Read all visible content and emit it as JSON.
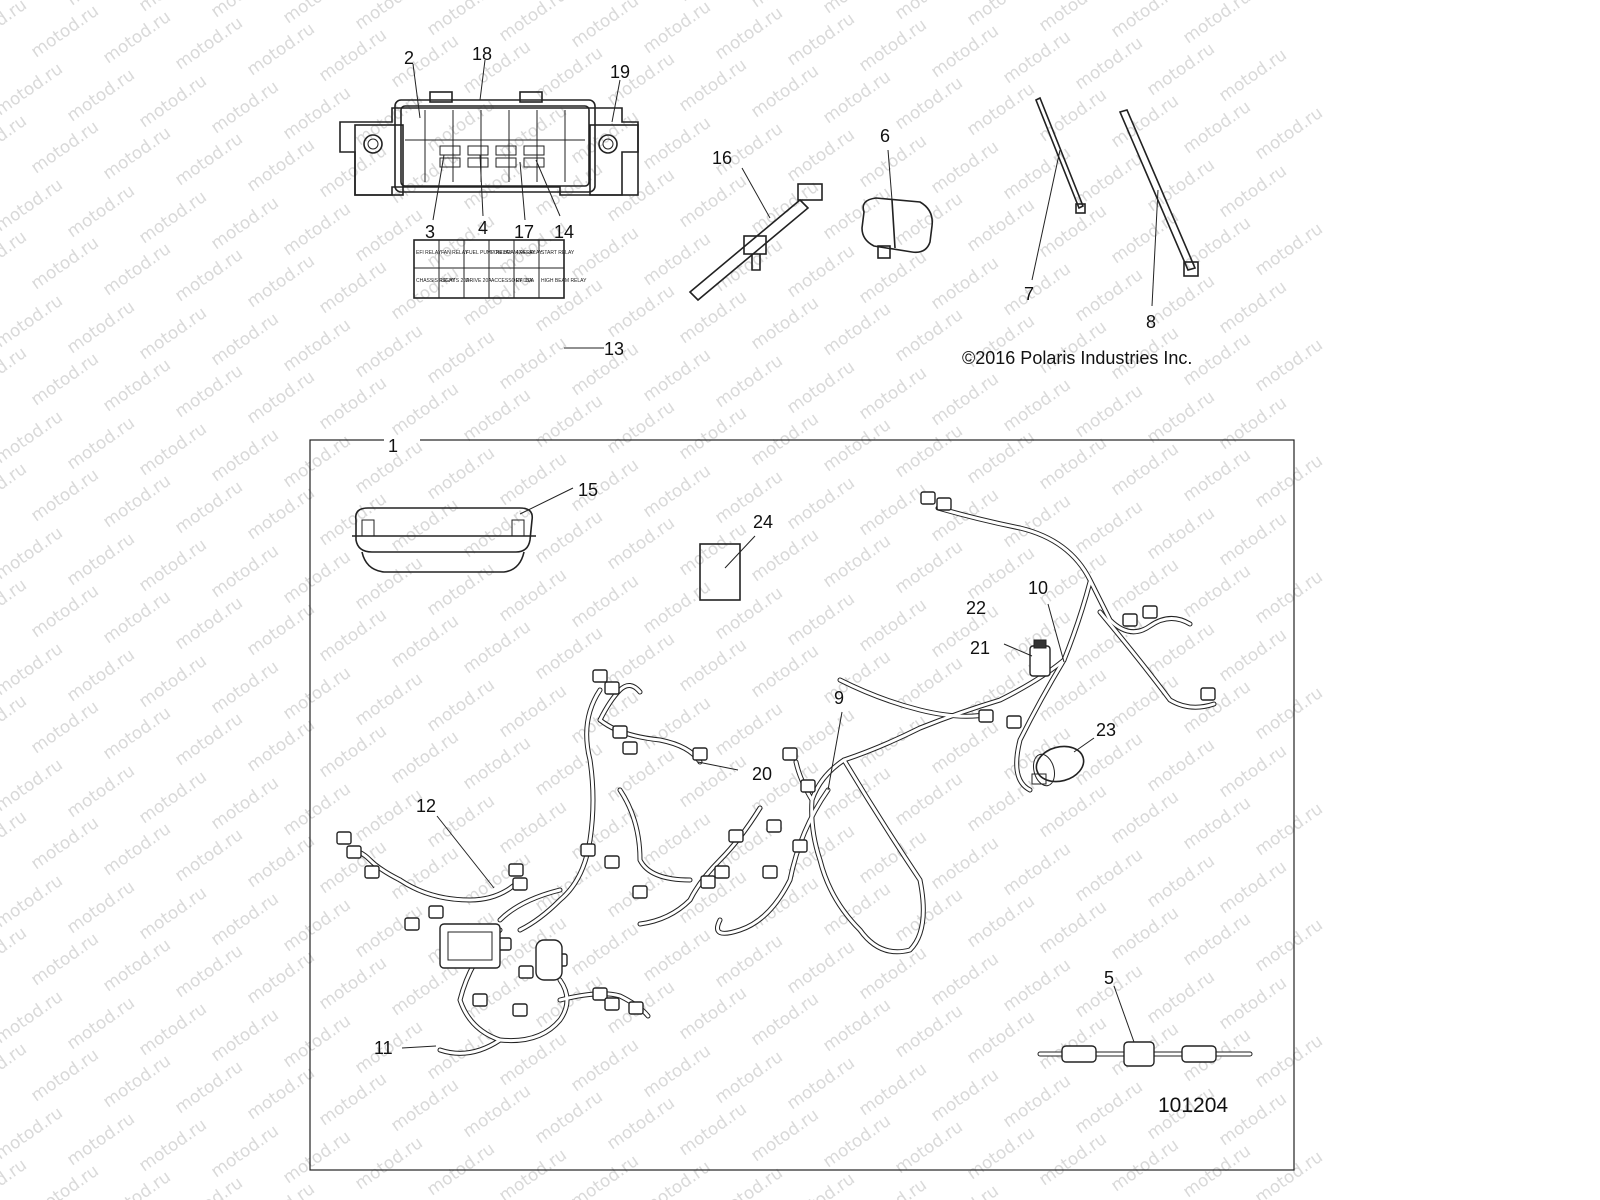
{
  "watermark": {
    "text": "motod.ru"
  },
  "copyright": "©2016 Polaris Industries Inc.",
  "figure_number": "101204",
  "callouts": {
    "c1": "1",
    "c2": "2",
    "c3": "3",
    "c4": "4",
    "c5": "5",
    "c6": "6",
    "c7": "7",
    "c8": "8",
    "c9": "9",
    "c10": "10",
    "c11": "11",
    "c12": "12",
    "c13": "13",
    "c14": "14",
    "c15": "15",
    "c16": "16",
    "c17": "17",
    "c18": "18",
    "c19": "19",
    "c20": "20",
    "c21": "21",
    "c22": "22",
    "c23": "23",
    "c24": "24"
  },
  "relay_label": {
    "top_row": [
      "EFI RELAY",
      "FAN RELAY",
      "FUEL PUMP RELAY",
      "LOW BEAM RELAY",
      "4X4 RELAY",
      "START RELAY"
    ],
    "bottom_row": [
      "CHASSIS RELAY",
      "LIGHTS 20A",
      "DRIVE 20A",
      "ACCESSORY 15A",
      "EFI 10A",
      "HIGH BEAM RELAY"
    ]
  }
}
